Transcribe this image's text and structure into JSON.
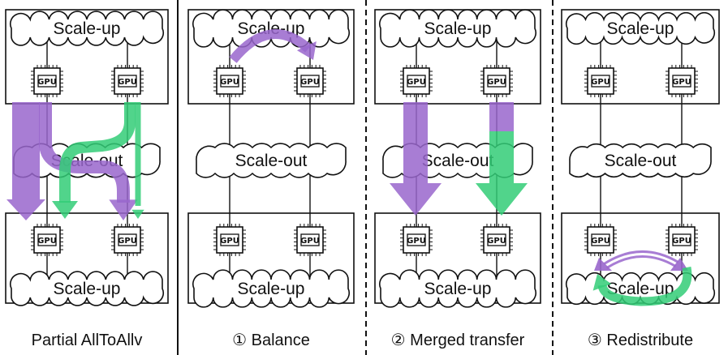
{
  "colors": {
    "purple": "#9966cc",
    "green": "#33cc77",
    "line": "#111111",
    "background": "#ffffff"
  },
  "labels": {
    "scale_up": "Scale-up",
    "scale_out": "Scale-out",
    "gpu": "GPU"
  },
  "panels": [
    {
      "caption": "Partial AllToAllv",
      "step_marker": ""
    },
    {
      "caption": "Balance",
      "step_marker": "①"
    },
    {
      "caption": "Merged transfer",
      "step_marker": "②"
    },
    {
      "caption": "Redistribute",
      "step_marker": "③"
    }
  ],
  "icons": [
    "gpu-chip-icon",
    "cloud-icon",
    "purple-flow-arrow",
    "green-flow-arrow"
  ]
}
